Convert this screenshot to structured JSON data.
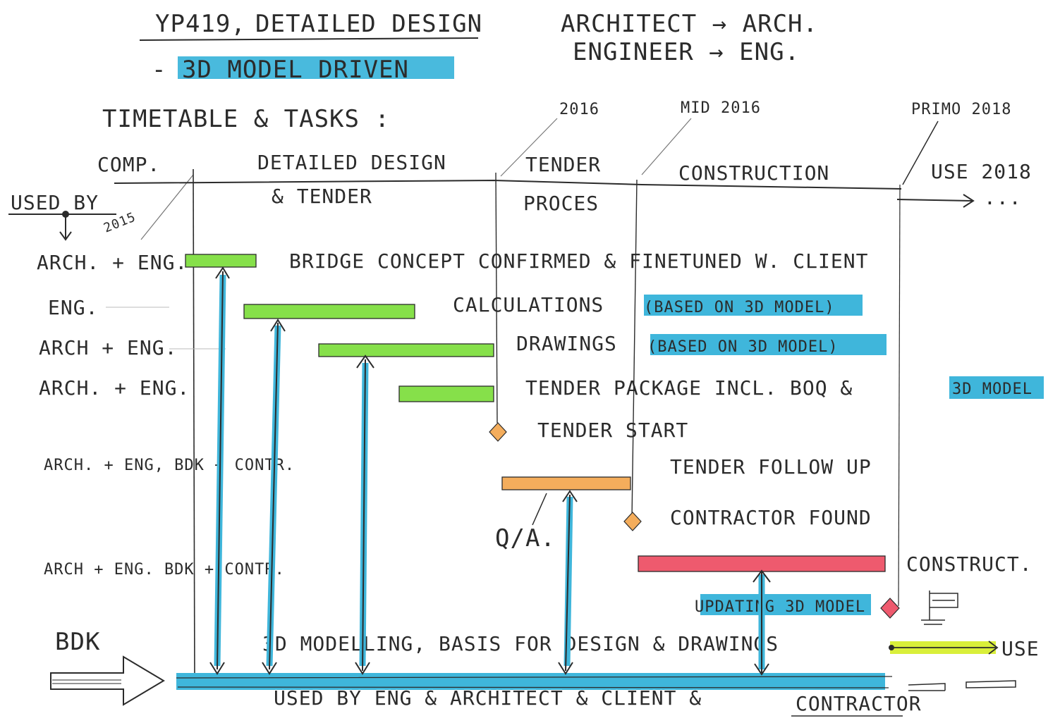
{
  "header": {
    "title_code": "YP419,",
    "title_text": "DETAILED DESIGN",
    "subtitle": "- 3D MODEL DRIVEN",
    "abbrev_arch": "ARCHITECT → ARCH.",
    "abbrev_eng": "ENGINEER → ENG.",
    "timetable": "TIMETABLE & TASKS :"
  },
  "timeline": {
    "milestones": [
      "2015",
      "2016",
      "MID 2016",
      "PRIMO 2018"
    ],
    "phases": [
      {
        "line1": "COMP.",
        "line2": ""
      },
      {
        "line1": "DETAILED DESIGN",
        "line2": "& TENDER"
      },
      {
        "line1": "TENDER",
        "line2": "PROCES"
      },
      {
        "line1": "CONSTRUCTION",
        "line2": ""
      },
      {
        "line1": "USE 2018",
        "line2": "..."
      }
    ],
    "used_by": "USED BY"
  },
  "rows": [
    {
      "actor": "ARCH. + ENG.",
      "task": "BRIDGE CONCEPT CONFIRMED & FINETUNED W. CLIENT"
    },
    {
      "actor": "ENG.",
      "task": "CALCULATIONS",
      "note": "(BASED ON 3D MODEL)"
    },
    {
      "actor": "ARCH + ENG.",
      "task": "DRAWINGS",
      "note": "(BASED ON 3D MODEL)"
    },
    {
      "actor": "ARCH. + ENG.",
      "task": "TENDER PACKAGE INCL. BOQ &",
      "note": "3D MODEL"
    },
    {
      "actor": "",
      "task": "TENDER START"
    },
    {
      "actor": "ARCH. + ENG, BDK + CONTR.",
      "task": "TENDER FOLLOW UP"
    },
    {
      "actor": "",
      "task": "CONTRACTOR FOUND"
    },
    {
      "actor": "ARCH + ENG. BDK + CONTR.",
      "task": "CONSTRUCT."
    },
    {
      "actor": "",
      "task": "UPDATING 3D MODEL"
    }
  ],
  "bottom": {
    "actor": "BDK",
    "modelling": "3D MODELLING, BASIS FOR DESIGN & DRAWINGS",
    "used_by": "USED BY ENG & ARCHITECT & CLIENT &",
    "contractor": "CONTRACTOR",
    "use": "USE",
    "qa": "Q/A."
  },
  "colors": {
    "blue": "#3fb6db",
    "green": "#86e04a",
    "orange": "#f4ad5c",
    "red": "#ee5a6e",
    "yellow": "#d9ef3a",
    "ink": "#2b2b2b"
  }
}
